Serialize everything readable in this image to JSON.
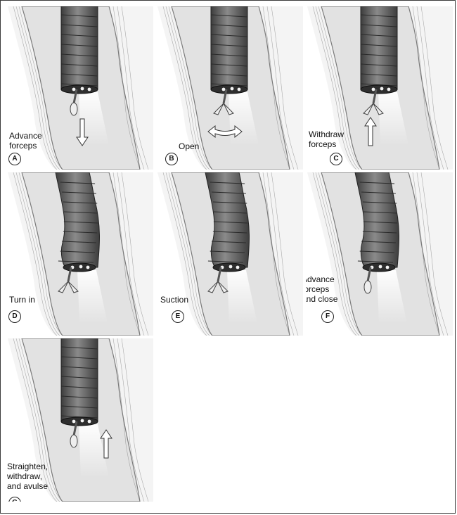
{
  "figure": {
    "panels": [
      {
        "letter": "A",
        "caption": "Advance\nforceps",
        "arrow": "down",
        "bend": "straight",
        "forceps": "closed"
      },
      {
        "letter": "B",
        "caption": "Open",
        "arrow": "horizontal",
        "bend": "straight",
        "forceps": "open"
      },
      {
        "letter": "C",
        "caption": "Withdraw\nforceps",
        "arrow": "up",
        "bend": "straight",
        "forceps": "open"
      },
      {
        "letter": "D",
        "caption": "Turn in",
        "arrow": "none",
        "bend": "curved",
        "forceps": "open"
      },
      {
        "letter": "E",
        "caption": "Suction",
        "arrow": "none",
        "bend": "curved",
        "forceps": "open"
      },
      {
        "letter": "F",
        "caption": "Advance\nforceps\nand close",
        "arrow": "none",
        "bend": "curved",
        "forceps": "closed"
      },
      {
        "letter": "G",
        "caption": "Straighten,\nwithdraw,\nand avulse",
        "arrow": "up",
        "bend": "straight",
        "forceps": "closed"
      }
    ]
  },
  "colors": {
    "lumen": "#e2e2e2",
    "wall_outer": "#f4f4f4",
    "wall_line": "#7a7a7a",
    "scope_dark": "#3d3d3d",
    "scope_light": "#8a8a8a",
    "light_beam": "#ffffff"
  }
}
